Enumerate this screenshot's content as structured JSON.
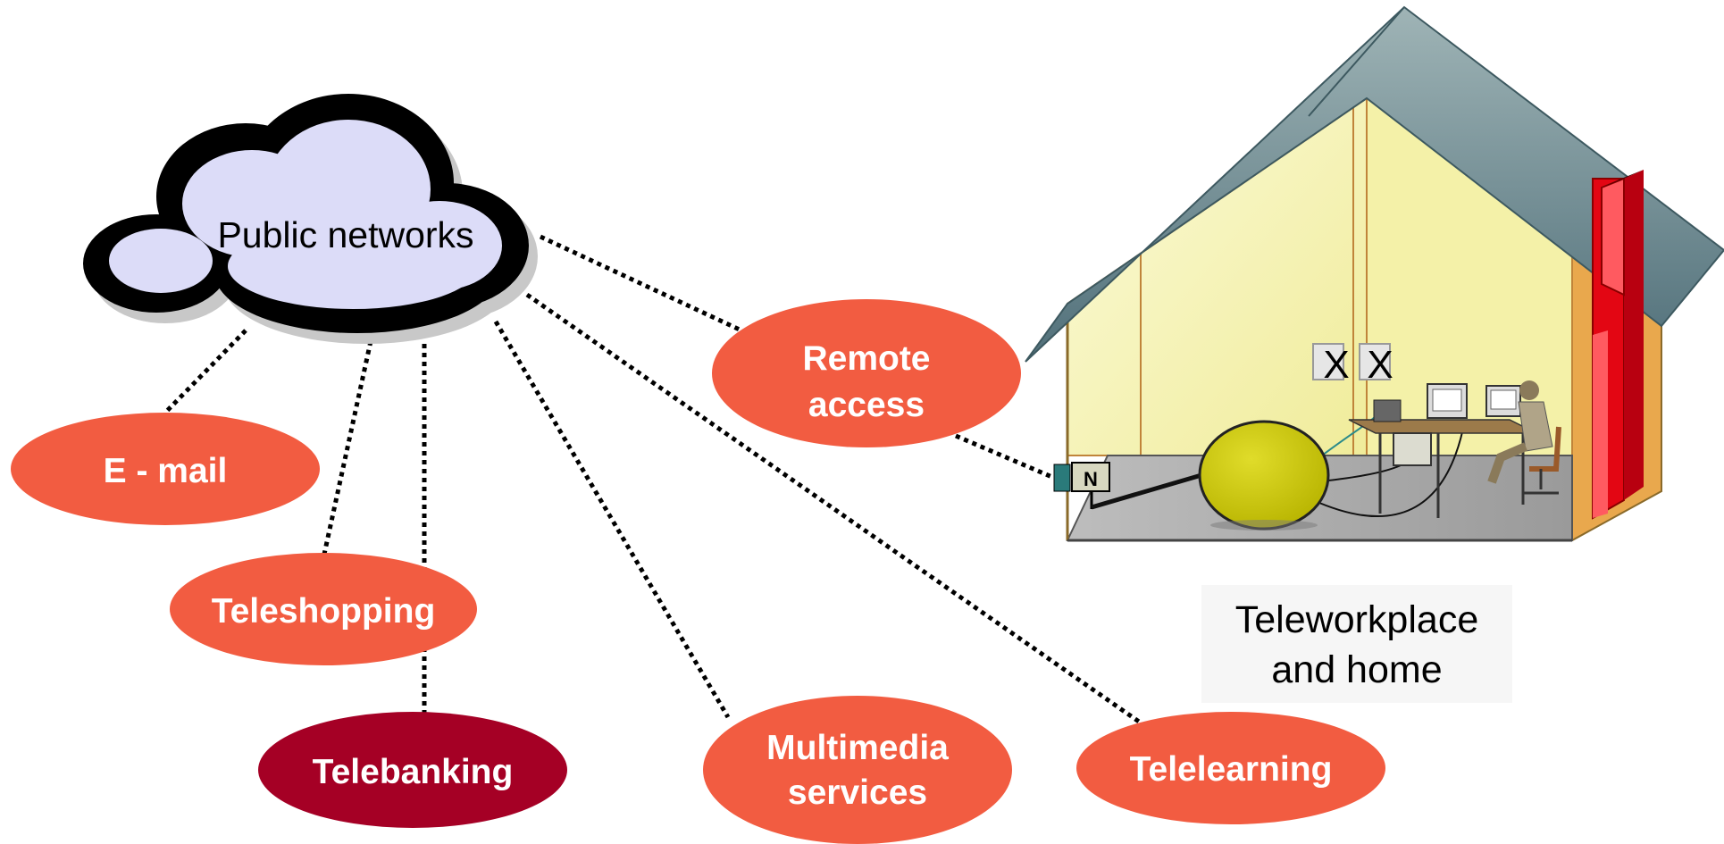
{
  "cloud": {
    "label": "Public networks"
  },
  "services": {
    "email": "E - mail",
    "teleshopping": "Teleshopping",
    "telebanking": "Telebanking",
    "multimedia_line1": "Multimedia",
    "multimedia_line2": "services",
    "telelearning": "Telelearning",
    "remote_line1": "Remote",
    "remote_line2": "access"
  },
  "house": {
    "caption_line1": "Teleworkplace",
    "caption_line2": "and home",
    "ntu_label": "N"
  },
  "colors": {
    "service_fill": "#f25c41",
    "telebanking_fill": "#a50025",
    "cloud_fill": "#dcdcf8",
    "roof": "#5f7f86",
    "wall": "#f6f3b6",
    "chimney": "#e30613",
    "sphere": "#cbc700"
  }
}
